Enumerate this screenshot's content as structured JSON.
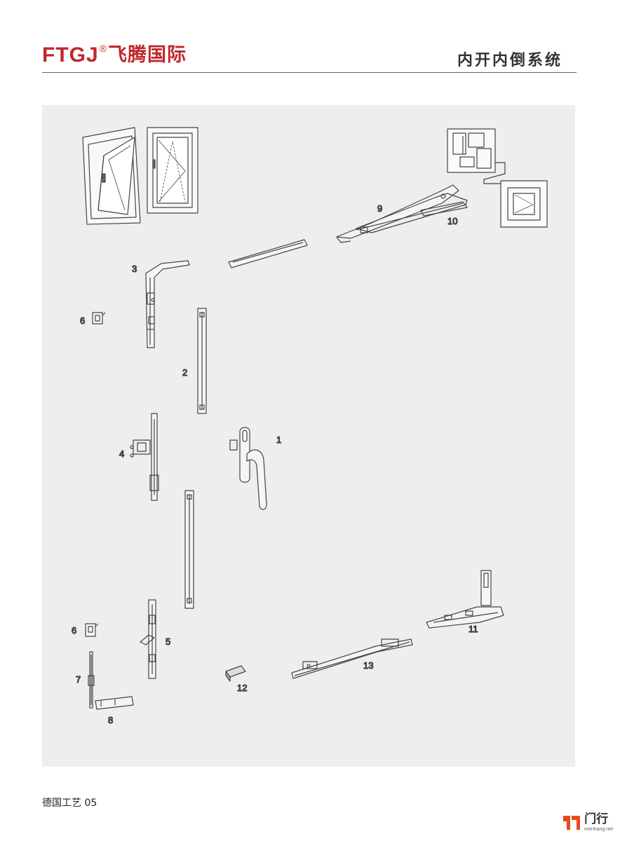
{
  "header": {
    "logo_latin": "FTGJ",
    "logo_registered": "®",
    "logo_cn": "飞腾国际",
    "title": "内开内倒系统"
  },
  "diagram": {
    "part_labels": [
      {
        "id": "p1",
        "text": "1"
      },
      {
        "id": "p2",
        "text": "2"
      },
      {
        "id": "p3",
        "text": "3"
      },
      {
        "id": "p4",
        "text": "4"
      },
      {
        "id": "p5",
        "text": "5"
      },
      {
        "id": "p6a",
        "text": "6"
      },
      {
        "id": "p6b",
        "text": "6"
      },
      {
        "id": "p7",
        "text": "7"
      },
      {
        "id": "p8",
        "text": "8"
      },
      {
        "id": "p9",
        "text": "9"
      },
      {
        "id": "p10",
        "text": "10"
      },
      {
        "id": "p11",
        "text": "11"
      },
      {
        "id": "p12",
        "text": "12"
      },
      {
        "id": "p13",
        "text": "13"
      }
    ]
  },
  "footer": {
    "text": "德国工艺 05"
  },
  "watermark": {
    "cn": "门行",
    "en": "menhang.net",
    "color": "#e8491d"
  },
  "colors": {
    "brand": "#c0272d",
    "panel": "#eeeeee"
  }
}
